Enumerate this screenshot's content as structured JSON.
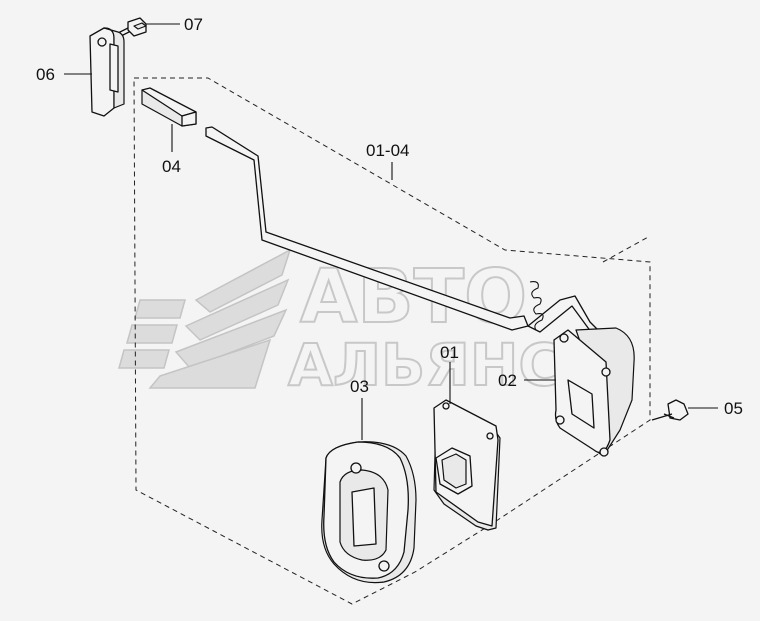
{
  "diagram": {
    "callouts": {
      "c01": "01",
      "c02": "02",
      "c03": "03",
      "c04": "04",
      "c05": "05",
      "c06": "06",
      "c07": "07",
      "c0104": "01-04"
    },
    "watermark": {
      "line1": "АВТО",
      "line2": "АЛЬЯНС"
    }
  }
}
